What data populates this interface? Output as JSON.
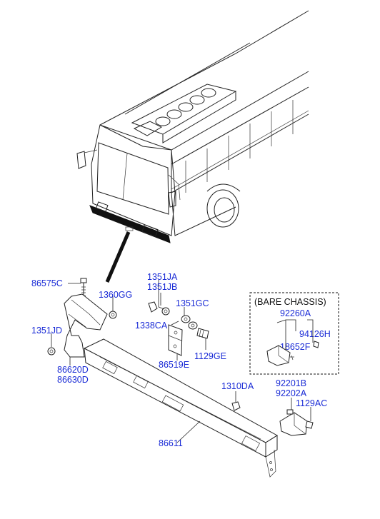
{
  "labels": {
    "p86575C": "86575C",
    "p1360GG": "1360GG",
    "p1351JA": "1351JA",
    "p1351JB": "1351JB",
    "p1351GC": "1351GC",
    "p1338CA": "1338CA",
    "p1351JD": "1351JD",
    "p86620D": "86620D",
    "p86630D": "86630D",
    "p86519E": "86519E",
    "p1129GE": "1129GE",
    "p1310DA": "1310DA",
    "p86611": "86611",
    "p92201B": "92201B",
    "p92202A": "92202A",
    "p1129AC": "1129AC"
  },
  "bare_chassis_box": {
    "title": "(BARE CHASSIS)",
    "p92260A": "92260A",
    "p94126H": "94126H",
    "p18652F": "18652F"
  },
  "colors": {
    "label": "#1a2bd6",
    "line": "#222222"
  }
}
